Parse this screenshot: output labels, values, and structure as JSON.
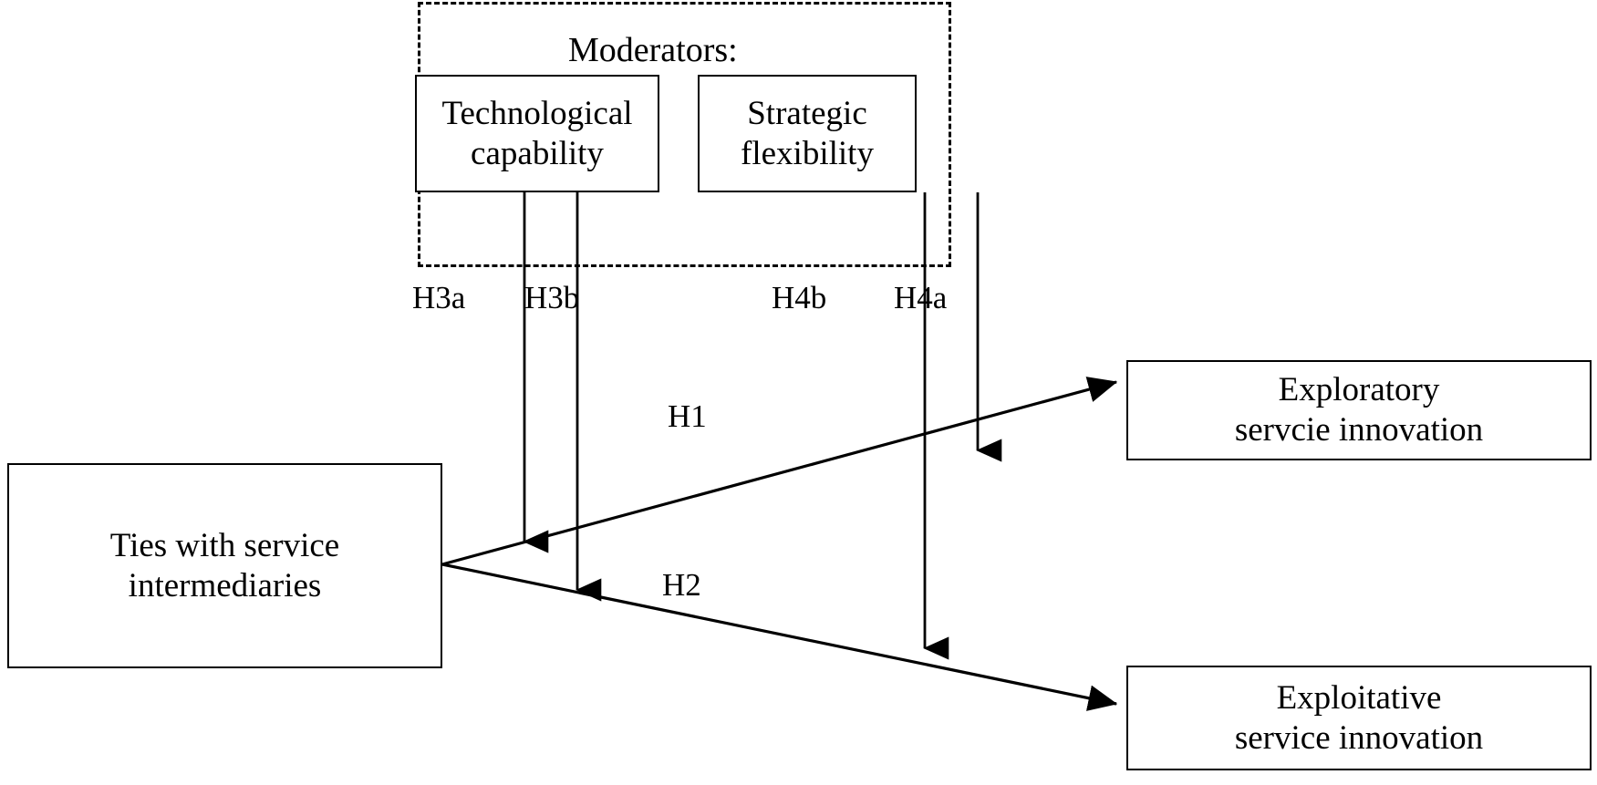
{
  "figure": {
    "type": "conceptual-research-model",
    "background_color": "#ffffff",
    "line_color": "#000000"
  },
  "moderator_group": {
    "title": "Moderators:",
    "border_style": "dashed",
    "nodes": [
      {
        "id": "technological-capability",
        "label": "Technological\ncapability"
      },
      {
        "id": "strategic-flexibility",
        "label": "Strategic\nflexibility"
      }
    ]
  },
  "nodes": {
    "independent": {
      "id": "ties-with-service-intermediaries",
      "label": "Ties with service\nintermediaries"
    },
    "outcome_top": {
      "id": "exploratory-service-innovation",
      "label": "Exploratory\nservcie innovation"
    },
    "outcome_bottom": {
      "id": "exploitative-service-innovation",
      "label": "Exploitative\nservice innovation"
    }
  },
  "paths": [
    {
      "id": "h1",
      "label": "H1",
      "from": "ties-with-service-intermediaries",
      "to": "exploratory-service-innovation",
      "kind": "direct-effect"
    },
    {
      "id": "h2",
      "label": "H2",
      "from": "ties-with-service-intermediaries",
      "to": "exploitative-service-innovation",
      "kind": "direct-effect"
    },
    {
      "id": "h3a",
      "label": "H3a",
      "from": "technological-capability",
      "to": "h1",
      "kind": "moderation"
    },
    {
      "id": "h3b",
      "label": "H3b",
      "from": "technological-capability",
      "to": "h2",
      "kind": "moderation"
    },
    {
      "id": "h4b",
      "label": "H4b",
      "from": "strategic-flexibility",
      "to": "h2",
      "kind": "moderation"
    },
    {
      "id": "h4a",
      "label": "H4a",
      "from": "strategic-flexibility",
      "to": "h1",
      "kind": "moderation"
    }
  ]
}
